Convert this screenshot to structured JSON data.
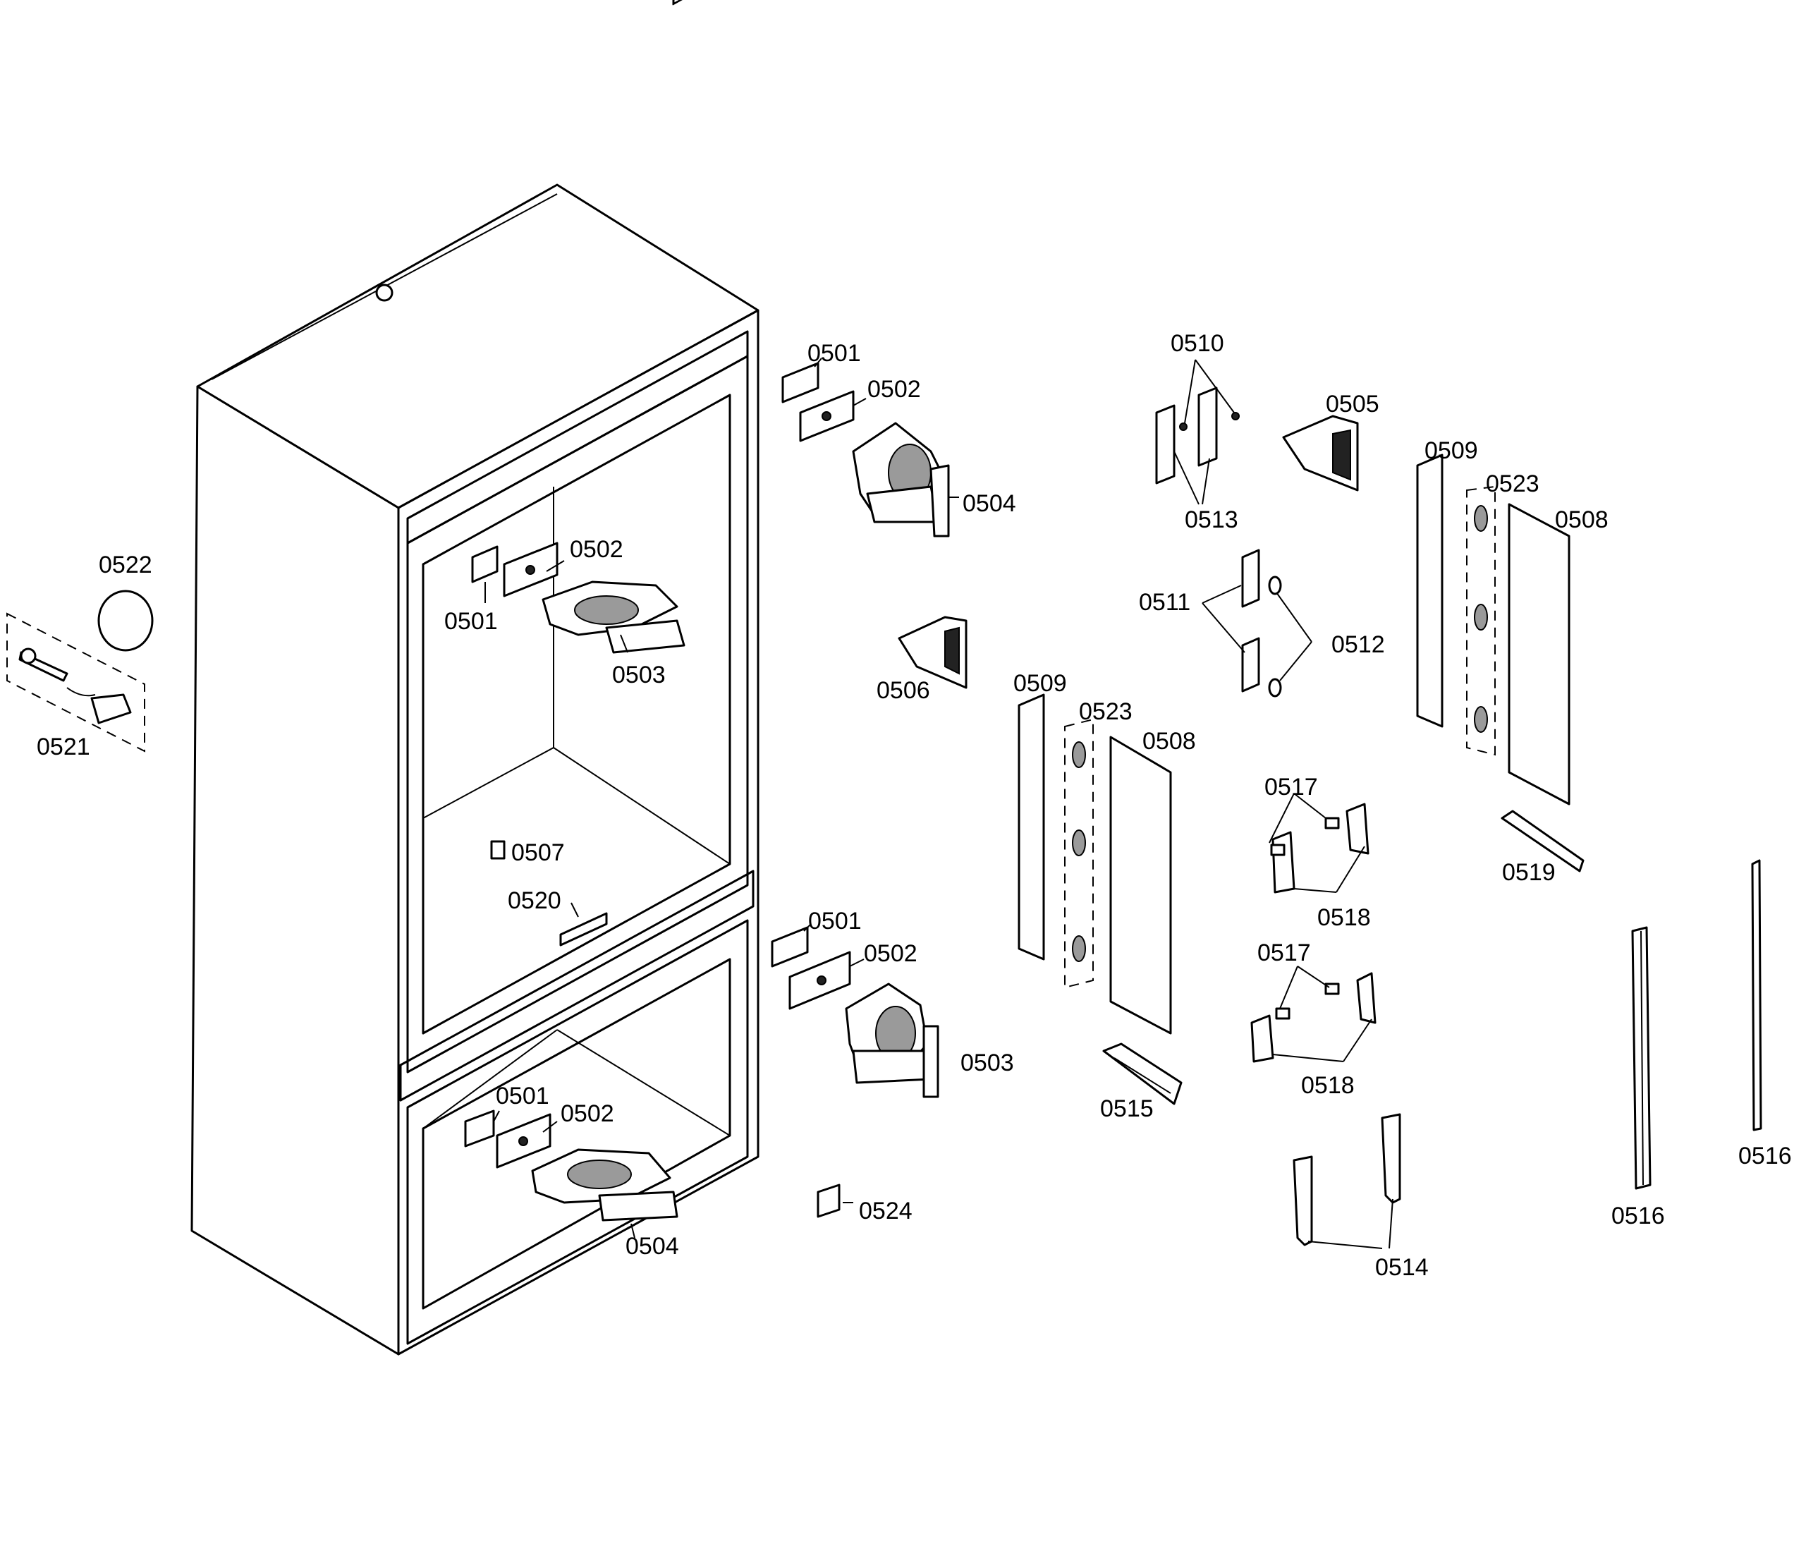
{
  "labels": {
    "p0501": "0501",
    "p0502": "0502",
    "p0503": "0503",
    "p0504": "0504",
    "p0505": "0505",
    "p0506": "0506",
    "p0507": "0507",
    "p0508": "0508",
    "p0509": "0509",
    "p0510": "0510",
    "p0511": "0511",
    "p0512": "0512",
    "p0513": "0513",
    "p0514": "0514",
    "p0515": "0515",
    "p0516": "0516",
    "p0517": "0517",
    "p0518": "0518",
    "p0519": "0519",
    "p0520": "0520",
    "p0521": "0521",
    "p0522": "0522",
    "p0523": "0523",
    "p0524": "0524"
  }
}
